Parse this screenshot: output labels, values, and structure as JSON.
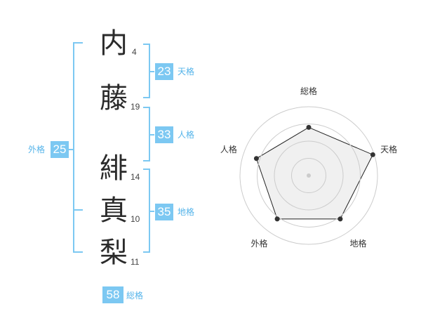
{
  "name": {
    "characters": [
      {
        "char": "内",
        "strokes": "4"
      },
      {
        "char": "藤",
        "strokes": "19"
      },
      {
        "char": "緋",
        "strokes": "14"
      },
      {
        "char": "真",
        "strokes": "10"
      },
      {
        "char": "梨",
        "strokes": "11"
      }
    ]
  },
  "fortune": {
    "tenkaku": {
      "value": "23",
      "label": "天格"
    },
    "jinkaku": {
      "value": "33",
      "label": "人格"
    },
    "chikaku": {
      "value": "35",
      "label": "地格"
    },
    "gaikaku": {
      "value": "25",
      "label": "外格"
    },
    "soukaku": {
      "value": "58",
      "label": "総格"
    }
  },
  "colors": {
    "accent": "#7cc8f2",
    "label": "#55b4ea",
    "text": "#2b2b2b",
    "radar_fill": "#f0f0f0",
    "radar_grid": "#cccccc"
  },
  "chart_data": {
    "type": "radar",
    "axes": [
      "総格",
      "天格",
      "地格",
      "外格",
      "人格"
    ],
    "values": [
      0.7,
      0.98,
      0.78,
      0.78,
      0.8
    ],
    "range": [
      0,
      1
    ],
    "rings": 4
  }
}
